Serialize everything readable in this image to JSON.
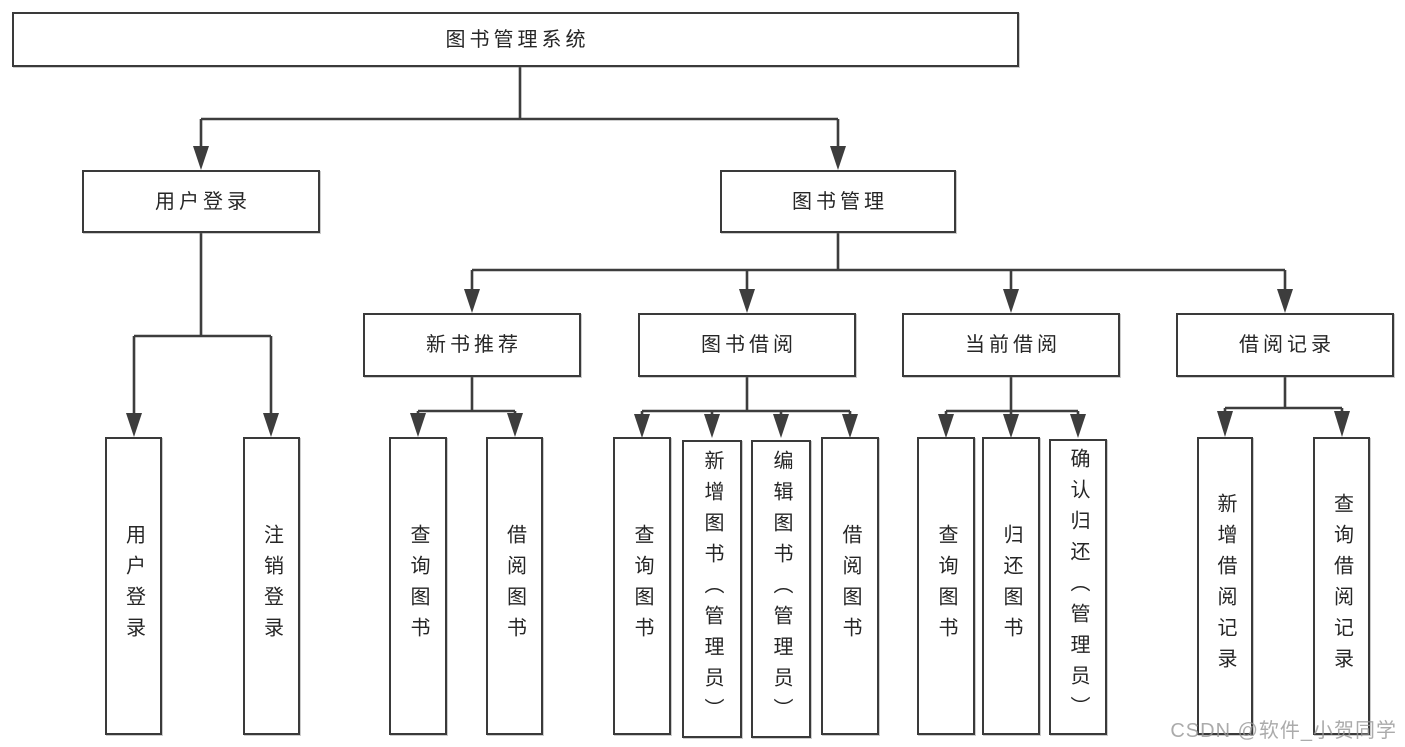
{
  "palette": {
    "line": "#3d3d3d",
    "box_border": "#3a3a3a",
    "text": "#262626",
    "watermark": "#969696",
    "background": "#ffffff"
  },
  "tree": {
    "root": "图书管理系统",
    "user_login": {
      "label": "用户登录",
      "children": [
        "用户登录",
        "注销登录"
      ]
    },
    "book_mgmt": {
      "label": "图书管理",
      "sections": [
        {
          "label": "新书推荐",
          "children": [
            "查询图书",
            "借阅图书"
          ]
        },
        {
          "label": "图书借阅",
          "children": [
            "查询图书",
            "新增图书（管理员）",
            "编辑图书（管理员）",
            "借阅图书"
          ]
        },
        {
          "label": "当前借阅",
          "children": [
            "查询图书",
            "归还图书",
            "确认归还（管理员）"
          ]
        },
        {
          "label": "借阅记录",
          "children": [
            "新增借阅记录",
            "查询借阅记录"
          ]
        }
      ]
    }
  },
  "watermark": "CSDN @软件_小贺同学"
}
